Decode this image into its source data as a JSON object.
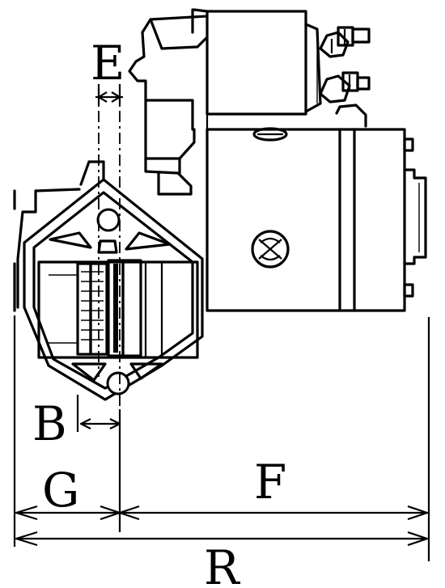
{
  "diagram": {
    "labels": {
      "E": "E",
      "B": "B",
      "G": "G",
      "F": "F",
      "R": "R"
    },
    "colors": {
      "line": "#000000",
      "background": "#ffffff"
    }
  }
}
